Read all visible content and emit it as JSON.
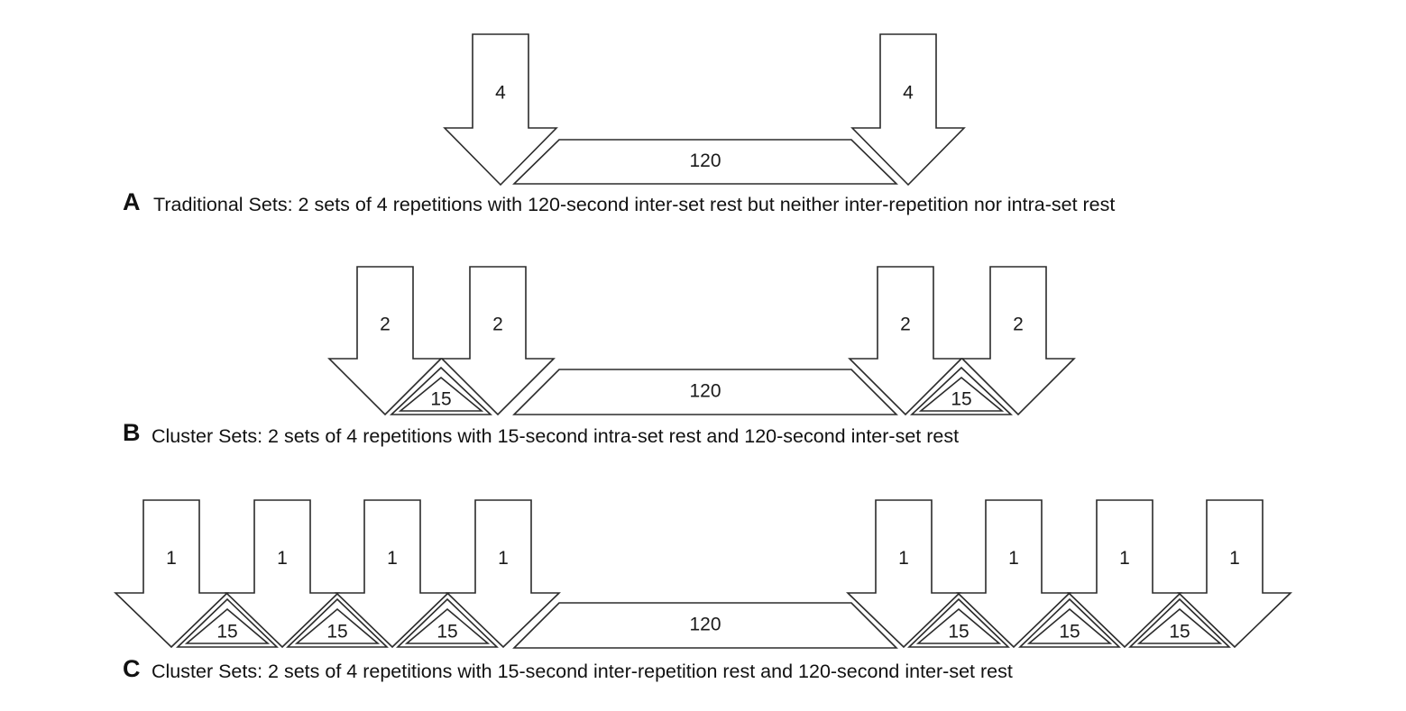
{
  "panels": [
    {
      "letter": "A",
      "caption": "Traditional Sets: 2 sets of 4 repetitions with 120-second inter-set rest but neither inter-repetition nor intra-set rest",
      "reps": [
        "4",
        "4"
      ],
      "intra_rests": [],
      "inter_rest": "120"
    },
    {
      "letter": "B",
      "caption": "Cluster Sets: 2 sets of 4 repetitions with 15-second intra-set rest and 120-second inter-set rest",
      "reps": [
        "2",
        "2",
        "2",
        "2"
      ],
      "intra_rests": [
        "15",
        "15"
      ],
      "inter_rest": "120"
    },
    {
      "letter": "C",
      "caption": "Cluster Sets: 2 sets of 4 repetitions with 15-second inter-repetition rest and 120-second inter-set rest",
      "reps": [
        "1",
        "1",
        "1",
        "1",
        "1",
        "1",
        "1",
        "1"
      ],
      "intra_rests": [
        "15",
        "15",
        "15",
        "15",
        "15",
        "15"
      ],
      "inter_rest": "120"
    }
  ]
}
